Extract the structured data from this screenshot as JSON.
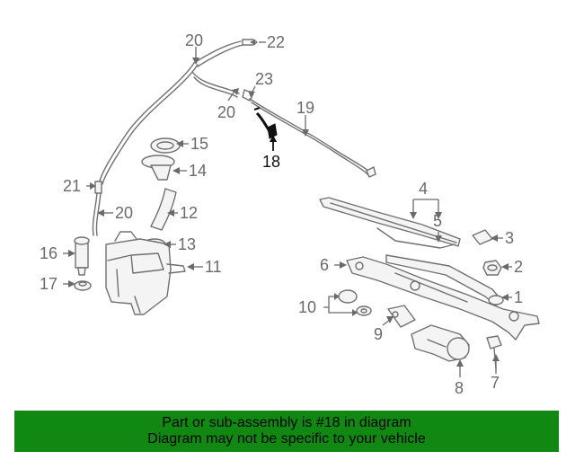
{
  "labels": {
    "p1": "1",
    "p2": "2",
    "p3": "3",
    "p4": "4",
    "p5": "5",
    "p6": "6",
    "p7": "7",
    "p8": "8",
    "p9": "9",
    "p10": "10",
    "p11": "11",
    "p12": "12",
    "p13": "13",
    "p14": "14",
    "p15": "15",
    "p16": "16",
    "p17": "17",
    "p18": "18",
    "p19": "19",
    "p20a": "20",
    "p20b": "20",
    "p20c": "20",
    "p21": "21",
    "p22": "22",
    "p23": "23"
  },
  "colors": {
    "footer_bg": "#118811",
    "highlight": "#111111",
    "line": "#707070"
  },
  "footer": {
    "line1": "Part or sub-assembly is #18 in diagram",
    "line2": "Diagram may not be specific to your vehicle"
  }
}
